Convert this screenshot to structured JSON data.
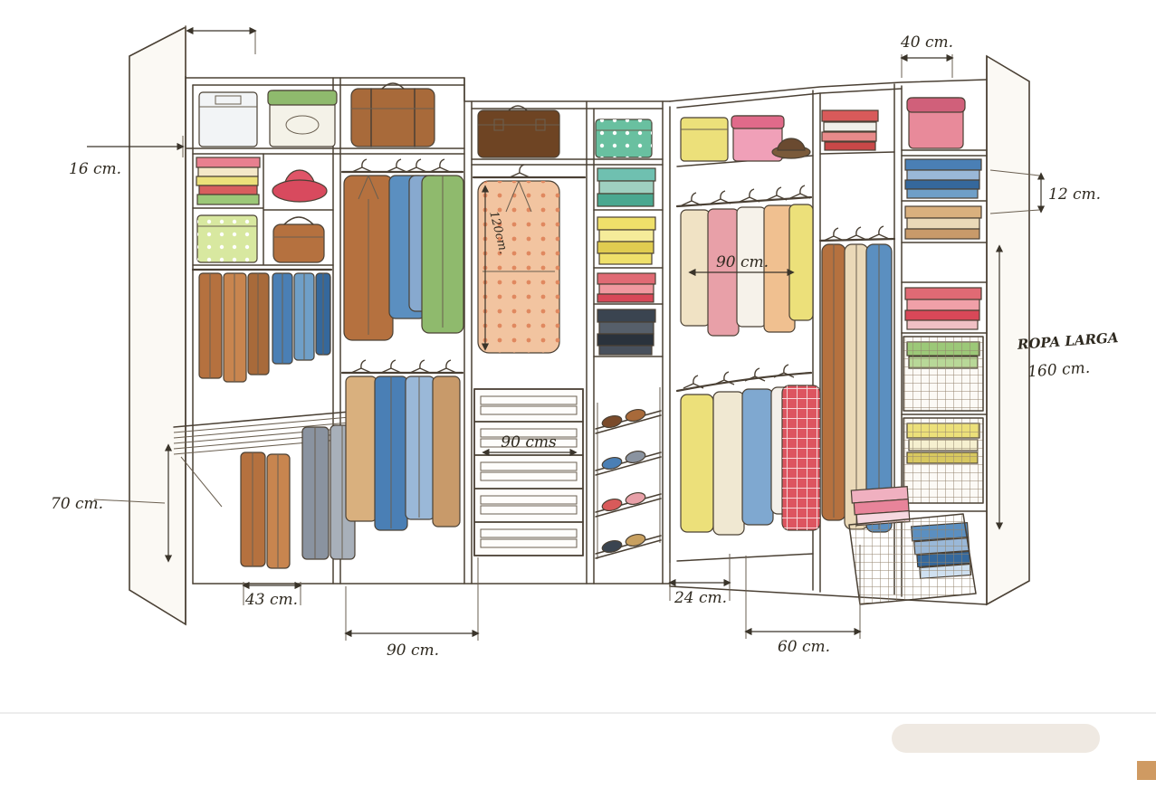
{
  "diagram": {
    "type": "walk-in-closet-sketch",
    "description": "Hand-drawn walk-in wardrobe organization plan with measurements",
    "labels": {
      "d16": "16 cm.",
      "d120": "120cm.",
      "d70": "70 cm.",
      "d43": "43 cm.",
      "d90_bottom": "90 cm.",
      "d90_drawers": "90 cms",
      "d90_rod": "90 cm.",
      "d24": "24 cm.",
      "d60": "60 cm.",
      "d40": "40 cm.",
      "d12": "12 cm.",
      "ropa_larga_line1": "ROPA LARGA",
      "ropa_larga_line2": "160 cm."
    },
    "palette": {
      "ink": "#4a4034",
      "wood_brown": "#b5713f",
      "denim_blue": "#4a7fb5",
      "red": "#d85a5a",
      "yellow": "#ece07a",
      "green": "#9cc878",
      "pink": "#e8849a",
      "peach": "#f2c4a0",
      "gray": "#8a93a0",
      "footer_pill": "#efe9e2",
      "footer_swatch": "#cf9a62",
      "paper": "#ffffff"
    }
  }
}
